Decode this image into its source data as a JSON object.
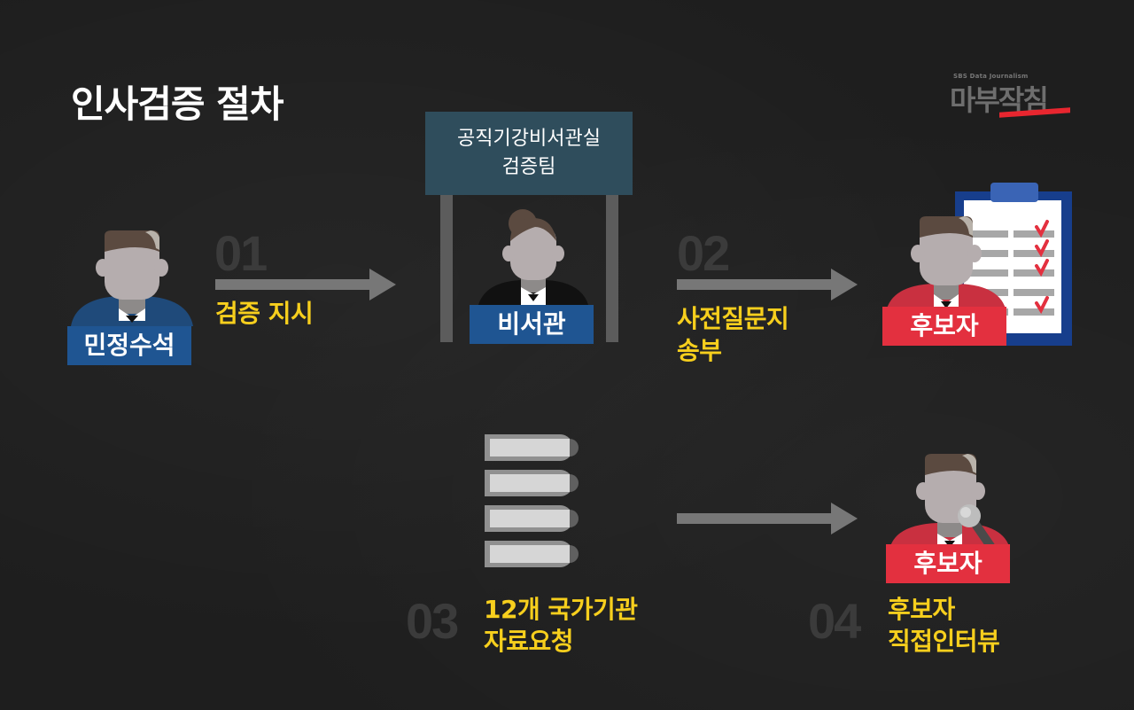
{
  "title": "인사검증 절차",
  "logo": {
    "subtitle": "SBS Data Journalism",
    "name": "마부작침",
    "accent_color": "#e8262f"
  },
  "sign": {
    "line1": "공직기강비서관실",
    "line2": "검증팀"
  },
  "people": {
    "chief": {
      "label": "민정수석",
      "suit_color": "#1f4a7a"
    },
    "secretary": {
      "label": "비서관",
      "suit_color": "#111111"
    },
    "candidate_1": {
      "label": "후보자",
      "suit_color": "#c93040"
    },
    "candidate_2": {
      "label": "후보자",
      "suit_color": "#c93040"
    }
  },
  "steps": [
    {
      "num": "01",
      "line1": "검증 지시",
      "line2": ""
    },
    {
      "num": "02",
      "line1": "사전질문지",
      "line2": "송부"
    },
    {
      "num": "03",
      "line1": "12개 국가기관",
      "line2": "자료요청"
    },
    {
      "num": "04",
      "line1": "후보자",
      "line2": "직접인터뷰"
    }
  ],
  "colors": {
    "background": "#1e1e1e",
    "highlight": "#f7cf1d",
    "arrow": "#777777",
    "badge_blue": "#1f5592",
    "badge_red": "#e3303f",
    "sign": "#2f4d5c"
  }
}
